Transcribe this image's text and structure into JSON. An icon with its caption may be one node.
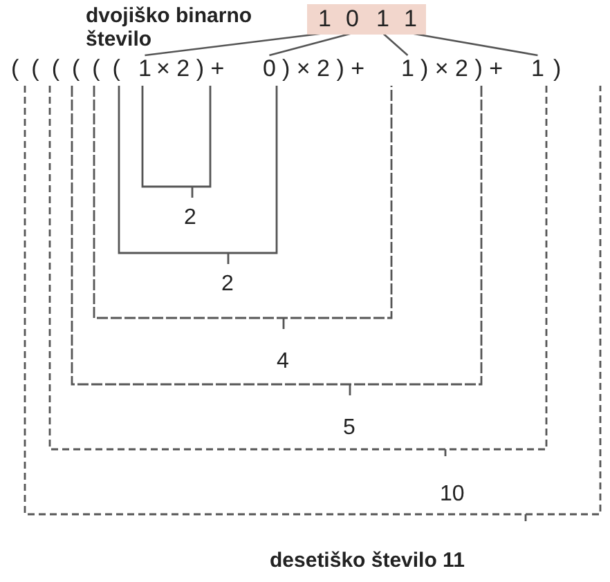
{
  "diagram": {
    "nodes": [
      {
        "text": [],
        "shape": "box"
      },
      {
        "text": [
          "1"
        ],
        "in": 0
      },
      {
        "text": [
          "0"
        ],
        "in": 0
      },
      {
        "text": [
          "1"
        ],
        "in": 0
      },
      {
        "text": [
          "1"
        ],
        "in": 0
      },
      {
        "text": [
          "1"
        ]
      },
      {
        "text": [
          "0"
        ]
      },
      {
        "text": [
          "1"
        ]
      },
      {
        "text": [
          "1"
        ]
      }
    ],
    "edges": [
      {
        "from": 1,
        "to": 5,
        "arrow": "none"
      },
      {
        "from": 2,
        "to": 6,
        "arrow": "none"
      },
      {
        "from": 3,
        "to": 7,
        "arrow": "none"
      },
      {
        "from": 4,
        "to": 8,
        "arrow": "none"
      }
    ],
    "labels": [
      "dvojiško binarno število",
      "((((((",
      "× 2 ) +",
      ") × 2 ) +",
      ") × 2 ) +",
      ")",
      "2",
      "2",
      "4",
      "5",
      "10",
      "desetiško število 11"
    ]
  }
}
